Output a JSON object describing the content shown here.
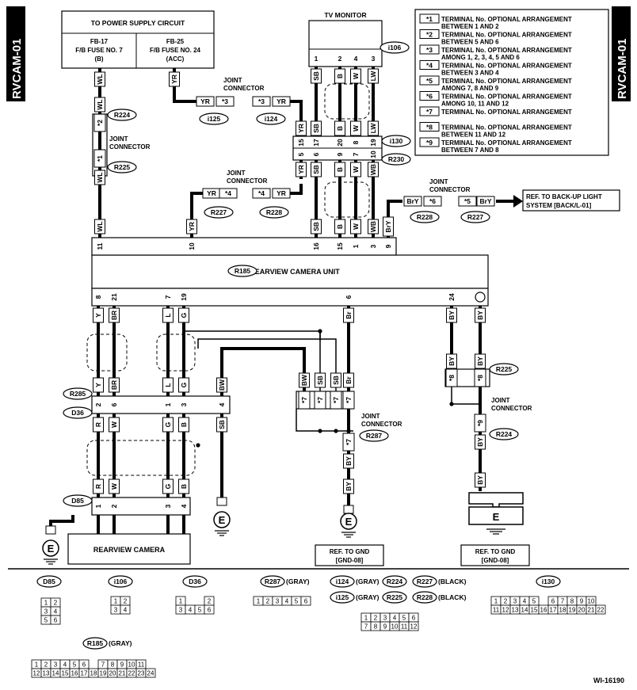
{
  "page_code": "RVCAM-01",
  "figure_id": "WI-16190",
  "power_box": {
    "title": "TO POWER SUPPLY CIRCUIT",
    "left": [
      "FB-17",
      "F/B FUSE NO. 7",
      "(B)"
    ],
    "right": [
      "FB-25",
      "F/B FUSE NO. 24",
      "(ACC)"
    ]
  },
  "tv_monitor": {
    "title": "TV MONITOR",
    "connector": "i106",
    "pins": [
      "1",
      "2",
      "4",
      "3"
    ],
    "wires": [
      "SB",
      "B",
      "W",
      "LW"
    ]
  },
  "legend": [
    {
      "key": "*1",
      "text": [
        "TERMINAL No. OPTIONAL ARRANGEMENT",
        "BETWEEN 1 AND 2"
      ]
    },
    {
      "key": "*2",
      "text": [
        "TERMINAL No. OPTIONAL ARRANGEMENT",
        "BETWEEN 5 AND 6"
      ]
    },
    {
      "key": "*3",
      "text": [
        "TERMINAL No. OPTIONAL ARRANGEMENT",
        "AMONG 1, 2, 3, 4, 5 AND 6"
      ]
    },
    {
      "key": "*4",
      "text": [
        "TERMINAL No. OPTIONAL ARRANGEMENT",
        "BETWEEN 3 AND 4"
      ]
    },
    {
      "key": "*5",
      "text": [
        "TERMINAL No. OPTIONAL ARRANGEMENT",
        "AMONG 7, 8 AND 9"
      ]
    },
    {
      "key": "*6",
      "text": [
        "TERMINAL No. OPTIONAL ARRANGEMENT",
        "AMONG 10, 11 AND 12"
      ]
    },
    {
      "key": "*7",
      "text": [
        "TERMINAL No. OPTIONAL ARRANGEMENT",
        ""
      ]
    },
    {
      "key": "*8",
      "text": [
        "TERMINAL No. OPTIONAL ARRANGEMENT",
        "BETWEEN 11 AND 12"
      ]
    },
    {
      "key": "*9",
      "text": [
        "TERMINAL No. OPTIONAL ARRANGEMENT",
        "BETWEEN 7 AND 8"
      ]
    }
  ],
  "labels": {
    "joint_connector": [
      "JOINT",
      "CONNECTOR"
    ],
    "rearview_unit": "REARVIEW CAMERA UNIT",
    "rearview_camera": "REARVIEW CAMERA",
    "ref_backup": [
      "REF. TO BACK-UP LIGHT",
      "SYSTEM [BACK/L-01]"
    ],
    "ref_gnd": [
      "REF. TO GND",
      "[GND-08]"
    ],
    "ground": "E"
  },
  "connectors": {
    "R224": "R224",
    "R225": "R225",
    "i125": "i125",
    "i124": "i124",
    "i130": "i130",
    "R230": "R230",
    "R227": "R227",
    "R228": "R228",
    "R185": "R185",
    "R285": "R285",
    "D36": "D36",
    "D85": "D85",
    "R287": "R287",
    "i106": "i106"
  },
  "wire_codes": {
    "wl": "WL",
    "yr": "YR",
    "sb": "SB",
    "b": "B",
    "w": "W",
    "lw": "LW",
    "wb": "WB",
    "bry": "BrY",
    "y": "Y",
    "br": "BR",
    "l": "L",
    "g": "G",
    "by": "BY",
    "r": "R",
    "bw": "BW",
    "brr": "Br"
  },
  "stars": {
    "s1": "*1",
    "s2": "*2",
    "s3": "*3",
    "s4": "*4",
    "s5": "*5",
    "s6": "*6",
    "s7": "*7",
    "s8": "*8",
    "s9": "*9"
  },
  "bottom_connectors": [
    {
      "name": "D85"
    },
    {
      "name": "i106"
    },
    {
      "name": "D36"
    },
    {
      "name": "R287",
      "note": "(GRAY)"
    },
    {
      "name": "i124",
      "note": "(GRAY)"
    },
    {
      "name": "R224"
    },
    {
      "name": "R227",
      "note": "(BLACK)"
    },
    {
      "name": "i125",
      "note": "(GRAY)"
    },
    {
      "name": "R225"
    },
    {
      "name": "R228",
      "note": "(BLACK)"
    },
    {
      "name": "i130"
    },
    {
      "name": "R185",
      "note": "(GRAY)"
    }
  ],
  "pin_tables": {
    "d85": [
      [
        "1",
        "2"
      ],
      [
        "3",
        "4"
      ],
      [
        "5",
        "6"
      ]
    ],
    "i106": [
      [
        "1",
        "2"
      ],
      [
        "3",
        "4"
      ]
    ],
    "d36": [
      [
        "1",
        "",
        "2"
      ],
      [
        "3",
        "4",
        "5",
        "6"
      ]
    ],
    "r287": [
      [
        "1",
        "2",
        "3",
        "4",
        "5",
        "6"
      ]
    ],
    "j12": [
      [
        "1",
        "2",
        "3",
        "4",
        "5",
        "6"
      ],
      [
        "7",
        "8",
        "9",
        "10",
        "11",
        "12"
      ]
    ],
    "i130": [
      [
        "1",
        "2",
        "3",
        "4",
        "5",
        "",
        "6",
        "7",
        "8",
        "9",
        "10"
      ],
      [
        "11",
        "12",
        "13",
        "14",
        "15",
        "16",
        "17",
        "18",
        "19",
        "20",
        "21",
        "22"
      ]
    ],
    "r185": [
      [
        "1",
        "2",
        "3",
        "4",
        "5",
        "6",
        "",
        "7",
        "8",
        "9",
        "10",
        "11"
      ],
      [
        "12",
        "13",
        "14",
        "15",
        "16",
        "17",
        "18",
        "19",
        "20",
        "21",
        "22",
        "23",
        "24"
      ]
    ]
  }
}
